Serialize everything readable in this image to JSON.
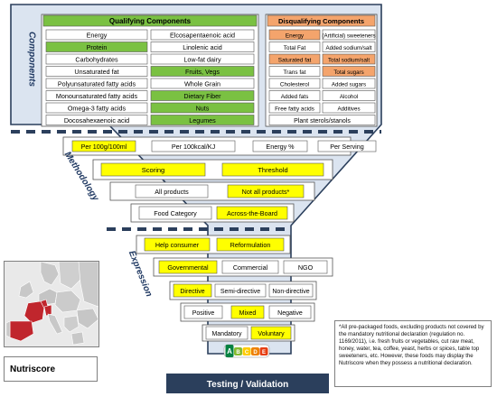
{
  "components": {
    "side_label": "Components",
    "qualifying": {
      "header": "Qualifying Components",
      "left": [
        "Energy",
        "Protein",
        "Carbohydrates",
        "Unsaturated fat",
        "Polyunsaturated fatty acids",
        "Monounsaturated fatty acids",
        "Omega-3 fatty acids",
        "Docosahexaenoic acid"
      ],
      "right": [
        "Elcosapentaenoic acid",
        "Linolenic acid",
        "Low-fat dairy",
        "Fruits, Vegs",
        "Whole Grain",
        "Dietary Fiber",
        "Nuts",
        "Legumes"
      ],
      "left_highlight": [
        false,
        true,
        false,
        false,
        false,
        false,
        false,
        false
      ],
      "right_highlight": [
        false,
        false,
        false,
        true,
        false,
        true,
        true,
        true
      ]
    },
    "disqualifying": {
      "header": "Disqualifying Components",
      "left": [
        "Energy",
        "Total Fat",
        "Saturated fat",
        "Trans fat",
        "Cholesterol",
        "Added fats",
        "Free fatty acids"
      ],
      "right": [
        "(Artificial) sweeteners",
        "Added sodium/salt",
        "Total sodium/salt",
        "Total sugars",
        "Added sugars",
        "Alcohol",
        "Additives"
      ],
      "left_highlight": [
        true,
        false,
        true,
        false,
        false,
        false,
        false
      ],
      "right_highlight": [
        false,
        false,
        true,
        true,
        false,
        false,
        false
      ],
      "bottom": "Plant sterols/stanols"
    }
  },
  "methodology": {
    "side_label": "Methodology",
    "rows": [
      [
        {
          "t": "Per 100g/100ml",
          "h": true
        },
        {
          "t": "Per 100kcal/KJ",
          "h": false
        },
        {
          "t": "Energy %",
          "h": false
        },
        {
          "t": "Per Serving",
          "h": false
        }
      ],
      [
        {
          "t": "Scoring",
          "h": true
        },
        {
          "t": "Threshold",
          "h": true
        }
      ],
      [
        {
          "t": "All products",
          "h": false
        },
        {
          "t": "Not all products*",
          "h": true
        }
      ],
      [
        {
          "t": "Food Category",
          "h": false
        },
        {
          "t": "Across-the-Board",
          "h": true
        }
      ]
    ]
  },
  "expression": {
    "side_label": "Expression",
    "rows": [
      [
        {
          "t": "Help consumer",
          "h": true
        },
        {
          "t": "Reformulation",
          "h": true
        }
      ],
      [
        {
          "t": "Governmental",
          "h": true
        },
        {
          "t": "Commercial",
          "h": false
        },
        {
          "t": "NGO",
          "h": false
        }
      ],
      [
        {
          "t": "Directive",
          "h": true
        },
        {
          "t": "Semi-directive",
          "h": false
        },
        {
          "t": "Non-directive",
          "h": false
        }
      ],
      [
        {
          "t": "Positive",
          "h": false
        },
        {
          "t": "Mixed",
          "h": true
        },
        {
          "t": "Negative",
          "h": false
        }
      ],
      [
        {
          "t": "Mandatory",
          "h": false
        },
        {
          "t": "Voluntary",
          "h": true
        }
      ]
    ]
  },
  "nutriscore_letters": [
    "A",
    "B",
    "C",
    "D",
    "E"
  ],
  "testing": "Testing / Validation",
  "map_label": "Nutriscore",
  "footnote": "*All pre-packaged foods, excluding products not covered by the mandatory nutritional declaration (regulation no. 1169/2011), i.e. fresh fruits or vegetables, cut raw meat, honey, water, tea, coffee, yeast, herbs or spices, table top sweeteners, etc. However, these foods may display the Nutriscore when they possess a nutritional declaration.",
  "colors": {
    "green": "#7ac142",
    "orange": "#f4a46c",
    "yellow": "#ffff00",
    "funnel": "#dbe4f0",
    "dark": "#2b3f5c",
    "nutri": [
      "#038141",
      "#85bb2f",
      "#fecb02",
      "#ee8100",
      "#e63e11"
    ]
  }
}
